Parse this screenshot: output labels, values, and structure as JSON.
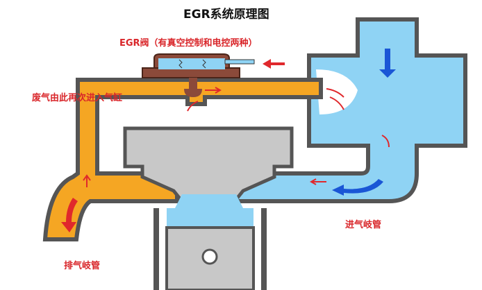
{
  "title": "EGR系统原理图",
  "labels": {
    "egr_valve": "EGR阀（有真空控制和电控两种）",
    "recirculation": "废气由此再次进入气缸",
    "intake_manifold": "进气岐管",
    "exhaust_manifold": "排气岐管"
  },
  "colors": {
    "intake": "#8fd3f4",
    "exhaust": "#f5a623",
    "wall": "#555555",
    "valve": "#8b4a3a",
    "arrow_blue": "#1a56d6",
    "arrow_red": "#e0282c"
  }
}
